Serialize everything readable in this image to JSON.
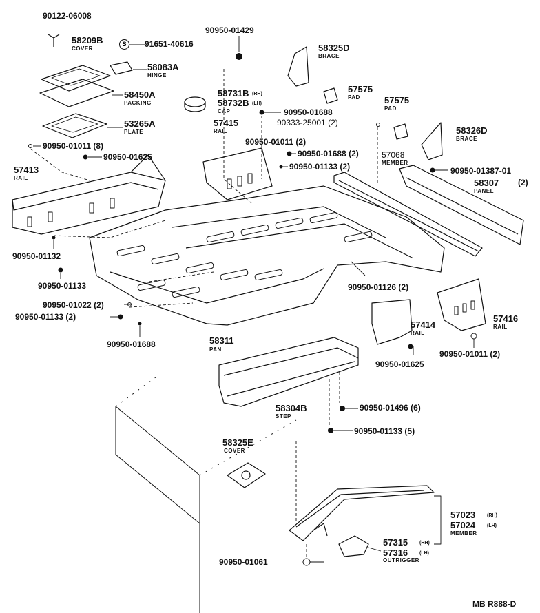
{
  "diagram_code": "MB R888-D",
  "callouts": [
    {
      "part": "90122-06008"
    },
    {
      "part": "58209B",
      "name": "COVER"
    },
    {
      "part": "91651-40616",
      "symbol": "S"
    },
    {
      "part": "58083A",
      "name": "HINGE"
    },
    {
      "part": "58450A",
      "name": "PACKING"
    },
    {
      "part": "53265A",
      "name": "PLATE"
    },
    {
      "part": "90950-01011 (8)"
    },
    {
      "part": "90950-01625"
    },
    {
      "part": "57413",
      "name": "RAIL"
    },
    {
      "part": "90950-01132"
    },
    {
      "part": "90950-01133"
    },
    {
      "part": "90950-01022 (2)"
    },
    {
      "part": "90950-01133 (2)"
    },
    {
      "part": "90950-01688"
    },
    {
      "part": "90950-01429"
    },
    {
      "part": "58731B",
      "suffix": "(RH)"
    },
    {
      "part": "58732B",
      "suffix": "(LH)",
      "name": "CAP"
    },
    {
      "part": "57415",
      "name": "RAIL"
    },
    {
      "part": "90950-01688"
    },
    {
      "part": "90333-25001 (2)"
    },
    {
      "part": "90950-01011 (2)"
    },
    {
      "part": "90950-01688 (2)"
    },
    {
      "part": "90950-01133 (2)"
    },
    {
      "part": "58325D",
      "name": "BRACE"
    },
    {
      "part": "57575",
      "name": "PAD"
    },
    {
      "part": "57575",
      "name": "PAD"
    },
    {
      "part": "58326D",
      "name": "BRACE"
    },
    {
      "part": "57068",
      "name": "MEMBER"
    },
    {
      "part": "90950-01387-01"
    },
    {
      "part": "58307",
      "qty": "(2)",
      "name": "PANEL"
    },
    {
      "part": "90950-01126 (2)"
    },
    {
      "part": "57414",
      "name": "RAIL"
    },
    {
      "part": "57416",
      "name": "RAIL"
    },
    {
      "part": "90950-01011 (2)"
    },
    {
      "part": "90950-01625"
    },
    {
      "part": "58311",
      "name": "PAN"
    },
    {
      "part": "58304B",
      "name": "STEP"
    },
    {
      "part": "90950-01496 (6)"
    },
    {
      "part": "90950-01133 (5)"
    },
    {
      "part": "58325E",
      "name": "COVER"
    },
    {
      "part": "57023",
      "suffix": "(RH)"
    },
    {
      "part": "57024",
      "suffix": "(LH)",
      "name": "MEMBER"
    },
    {
      "part": "90950-01061"
    },
    {
      "part": "57315",
      "suffix": "(RH)"
    },
    {
      "part": "57316",
      "suffix": "(LH)",
      "name": "OUTRIGGER"
    }
  ]
}
